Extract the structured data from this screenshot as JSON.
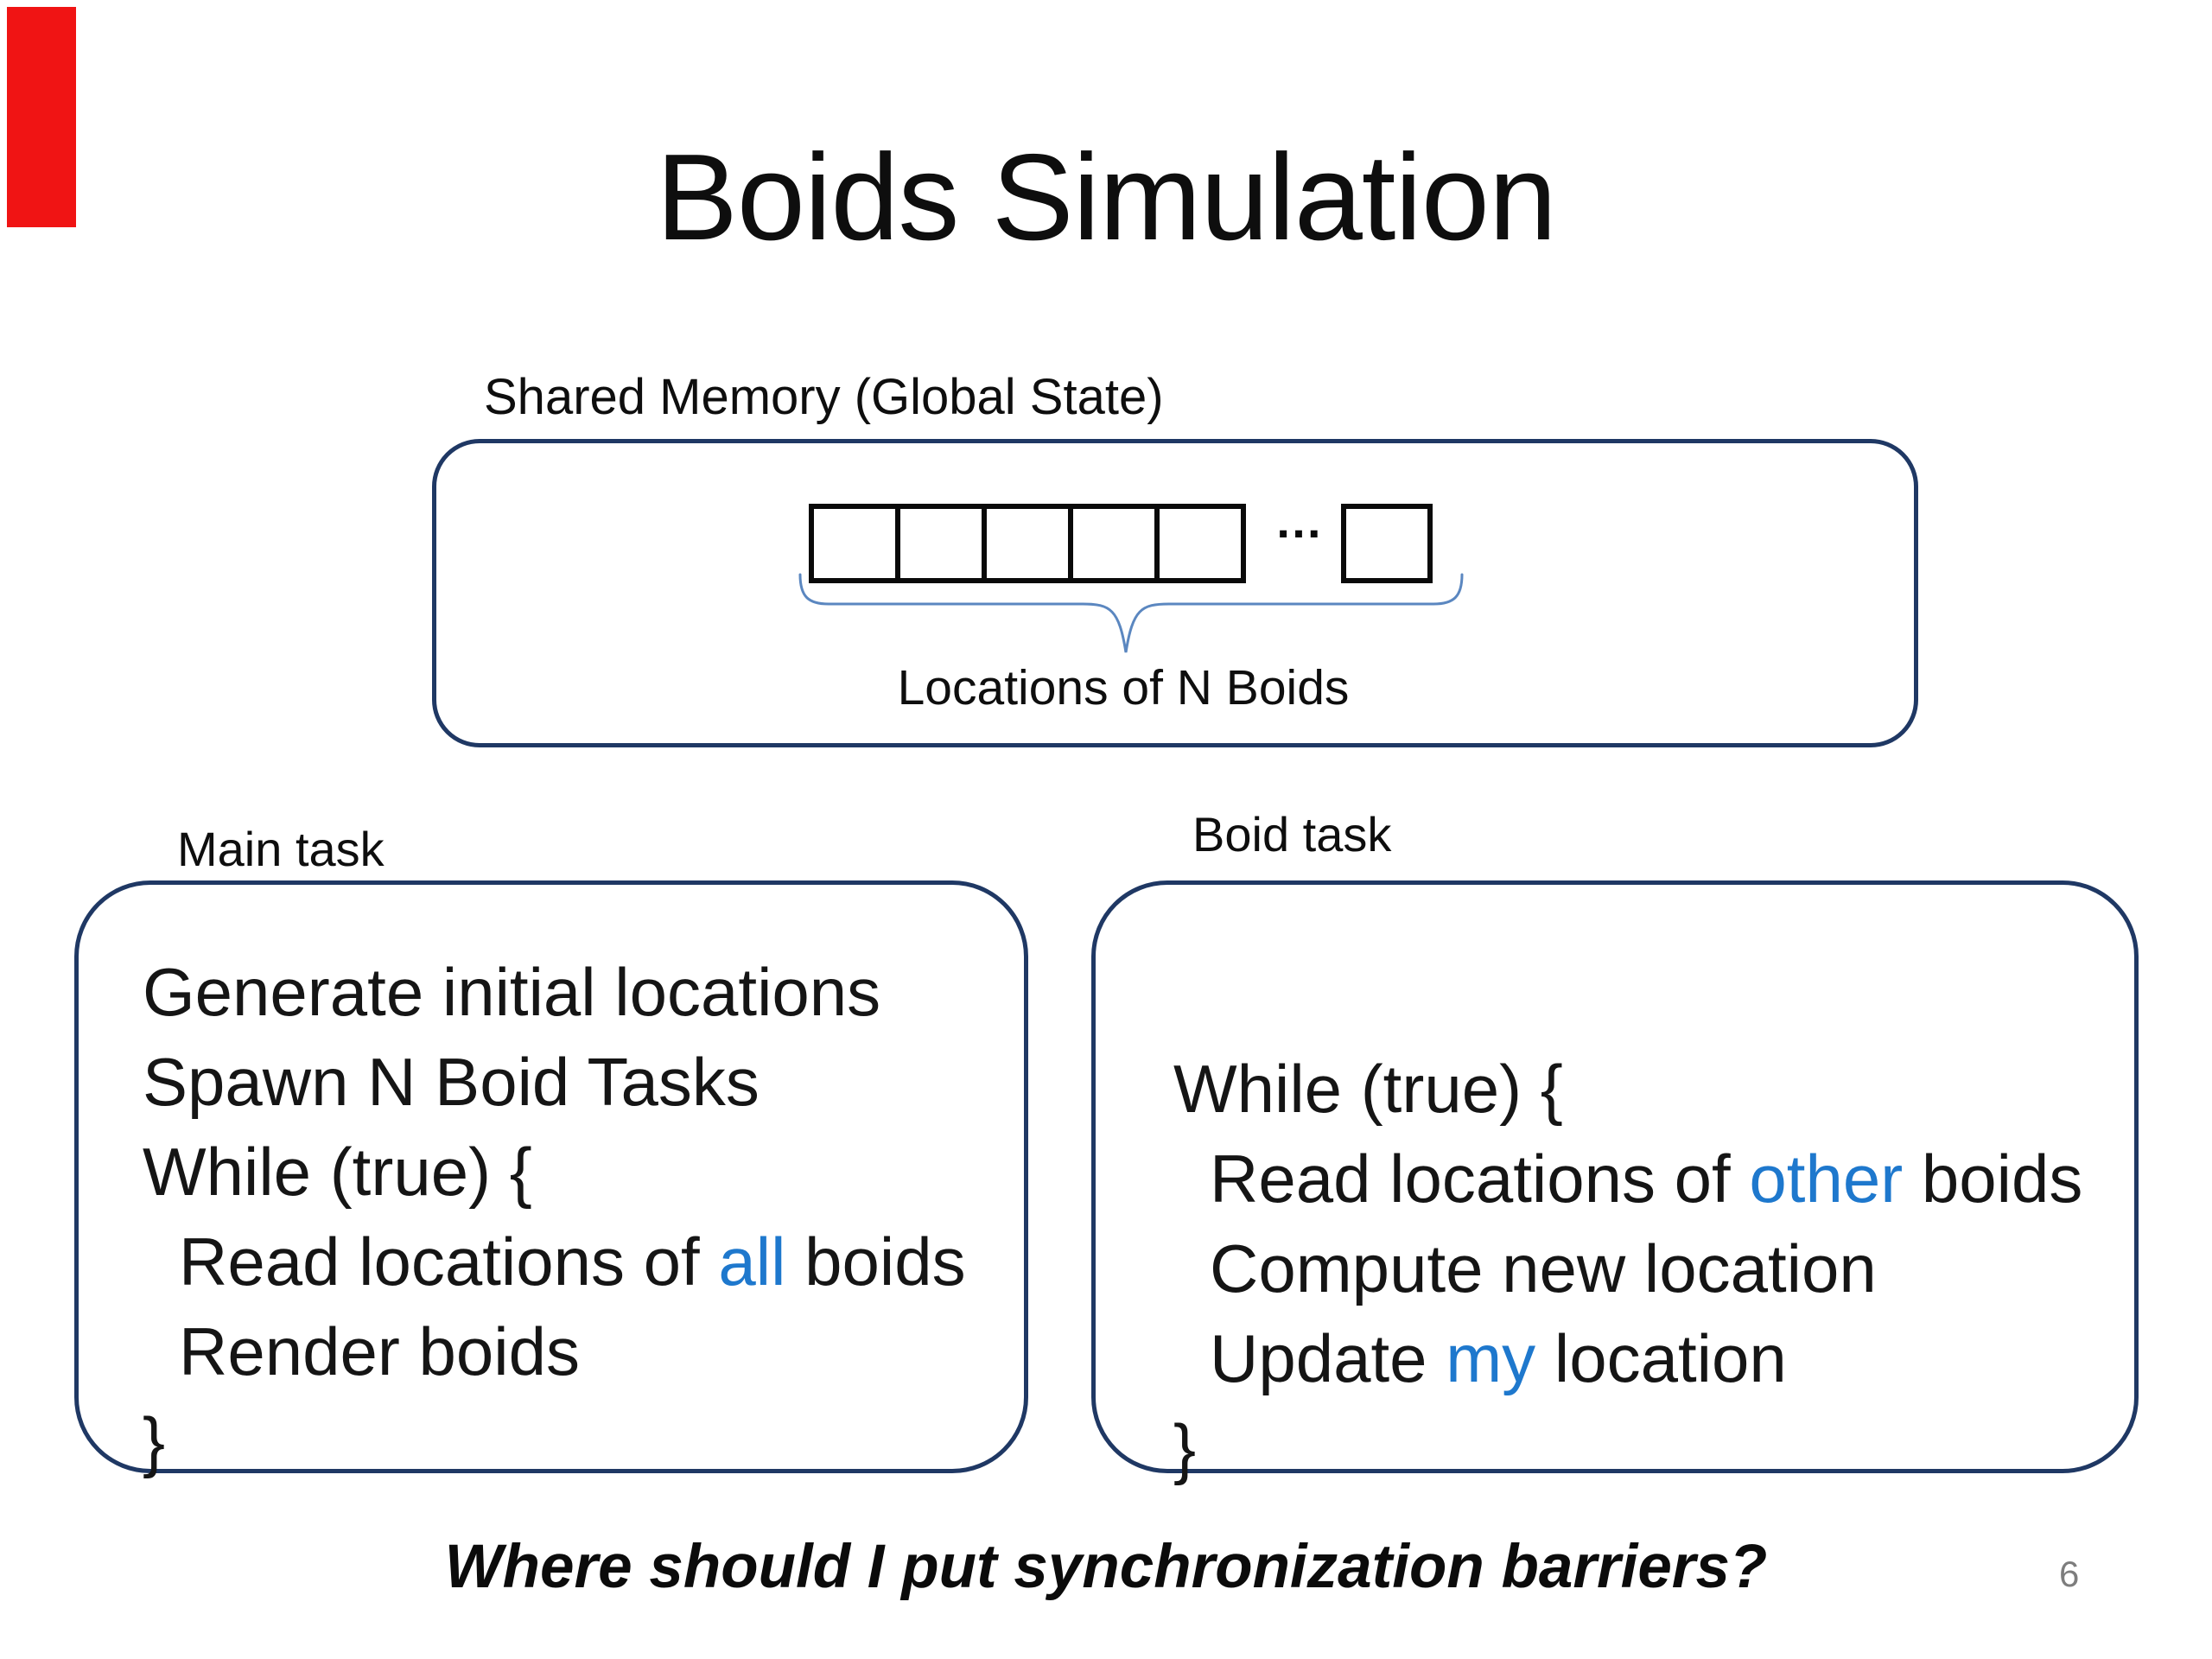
{
  "slide": {
    "title": "Boids Simulation",
    "footer_question": "Where should I put synchronization barriers?",
    "page_number": "6"
  },
  "shared_memory": {
    "label": "Shared Memory (Global State)",
    "caption": "Locations of N Boids",
    "cell_count": 5,
    "ellipsis": "…"
  },
  "tasks": {
    "main": {
      "label": "Main task",
      "lines": [
        {
          "indent": false,
          "segments": [
            {
              "text": "Generate initial locations",
              "color": "default"
            }
          ]
        },
        {
          "indent": false,
          "segments": [
            {
              "text": "Spawn N Boid Tasks",
              "color": "default"
            }
          ]
        },
        {
          "indent": false,
          "segments": [
            {
              "text": "While (true) {",
              "color": "default"
            }
          ]
        },
        {
          "indent": true,
          "segments": [
            {
              "text": "Read locations of ",
              "color": "default"
            },
            {
              "text": "all",
              "color": "accent"
            },
            {
              "text": " boids",
              "color": "default"
            }
          ]
        },
        {
          "indent": true,
          "segments": [
            {
              "text": "Render boids",
              "color": "default"
            }
          ]
        },
        {
          "indent": false,
          "segments": [
            {
              "text": "}",
              "color": "default"
            }
          ]
        }
      ]
    },
    "boid": {
      "label": "Boid task",
      "lines": [
        {
          "indent": false,
          "segments": [
            {
              "text": "While (true) {",
              "color": "default"
            }
          ]
        },
        {
          "indent": true,
          "segments": [
            {
              "text": "Read locations of ",
              "color": "default"
            },
            {
              "text": "other",
              "color": "accent"
            },
            {
              "text": " boids",
              "color": "default"
            }
          ]
        },
        {
          "indent": true,
          "segments": [
            {
              "text": "Compute new location",
              "color": "default"
            }
          ]
        },
        {
          "indent": true,
          "segments": [
            {
              "text": "Update ",
              "color": "default"
            },
            {
              "text": "my",
              "color": "accent"
            },
            {
              "text": " location",
              "color": "default"
            }
          ]
        },
        {
          "indent": false,
          "segments": [
            {
              "text": "}",
              "color": "default"
            }
          ]
        }
      ]
    }
  },
  "colors": {
    "navy_border": "#1f3864",
    "accent_blue": "#1e78cd",
    "brace_blue": "#5b87c0",
    "page_gray": "#7d7d7d",
    "marker_red": "#f01414"
  }
}
